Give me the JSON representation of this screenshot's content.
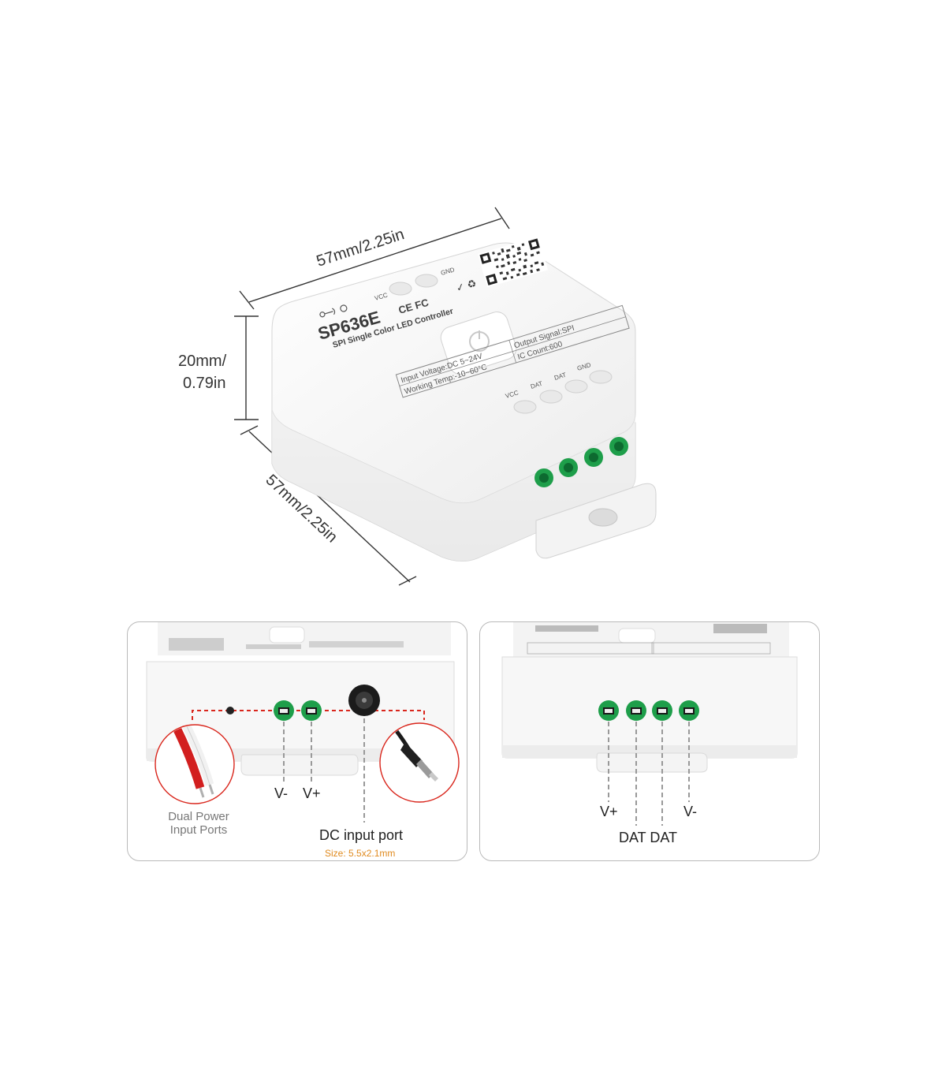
{
  "dimensions": {
    "width_top": "57mm/2.25in",
    "height_line1": "20mm/",
    "height_line2": "0.79in",
    "depth": "57mm/2.25in"
  },
  "device": {
    "model": "SP636E",
    "subtitle": "SPI Single Color LED Controller",
    "cert": "CE FC",
    "port_top_left": "VCC",
    "port_top_right": "GND",
    "spec_input": "Input Voltage:DC 5~24V",
    "spec_temp": "Working Temp:-10~60°C",
    "spec_output": "Output Signal:SPI",
    "spec_ic": "IC Count:600",
    "terminal_labels": [
      "VCC",
      "DAT",
      "DAT",
      "GND"
    ]
  },
  "left_panel": {
    "v_minus": "V-",
    "v_plus": "V+",
    "dual_power_line1": "Dual Power",
    "dual_power_line2": "Input Ports",
    "dc_input": "DC input port",
    "dc_size": "Size: 5.5x2.1mm"
  },
  "right_panel": {
    "v_plus": "V+",
    "v_minus": "V-",
    "dat": "DAT DAT"
  },
  "colors": {
    "terminal_green": "#1e9e4a",
    "marker_red": "#d9261c",
    "accent_orange": "#e08a1e"
  }
}
